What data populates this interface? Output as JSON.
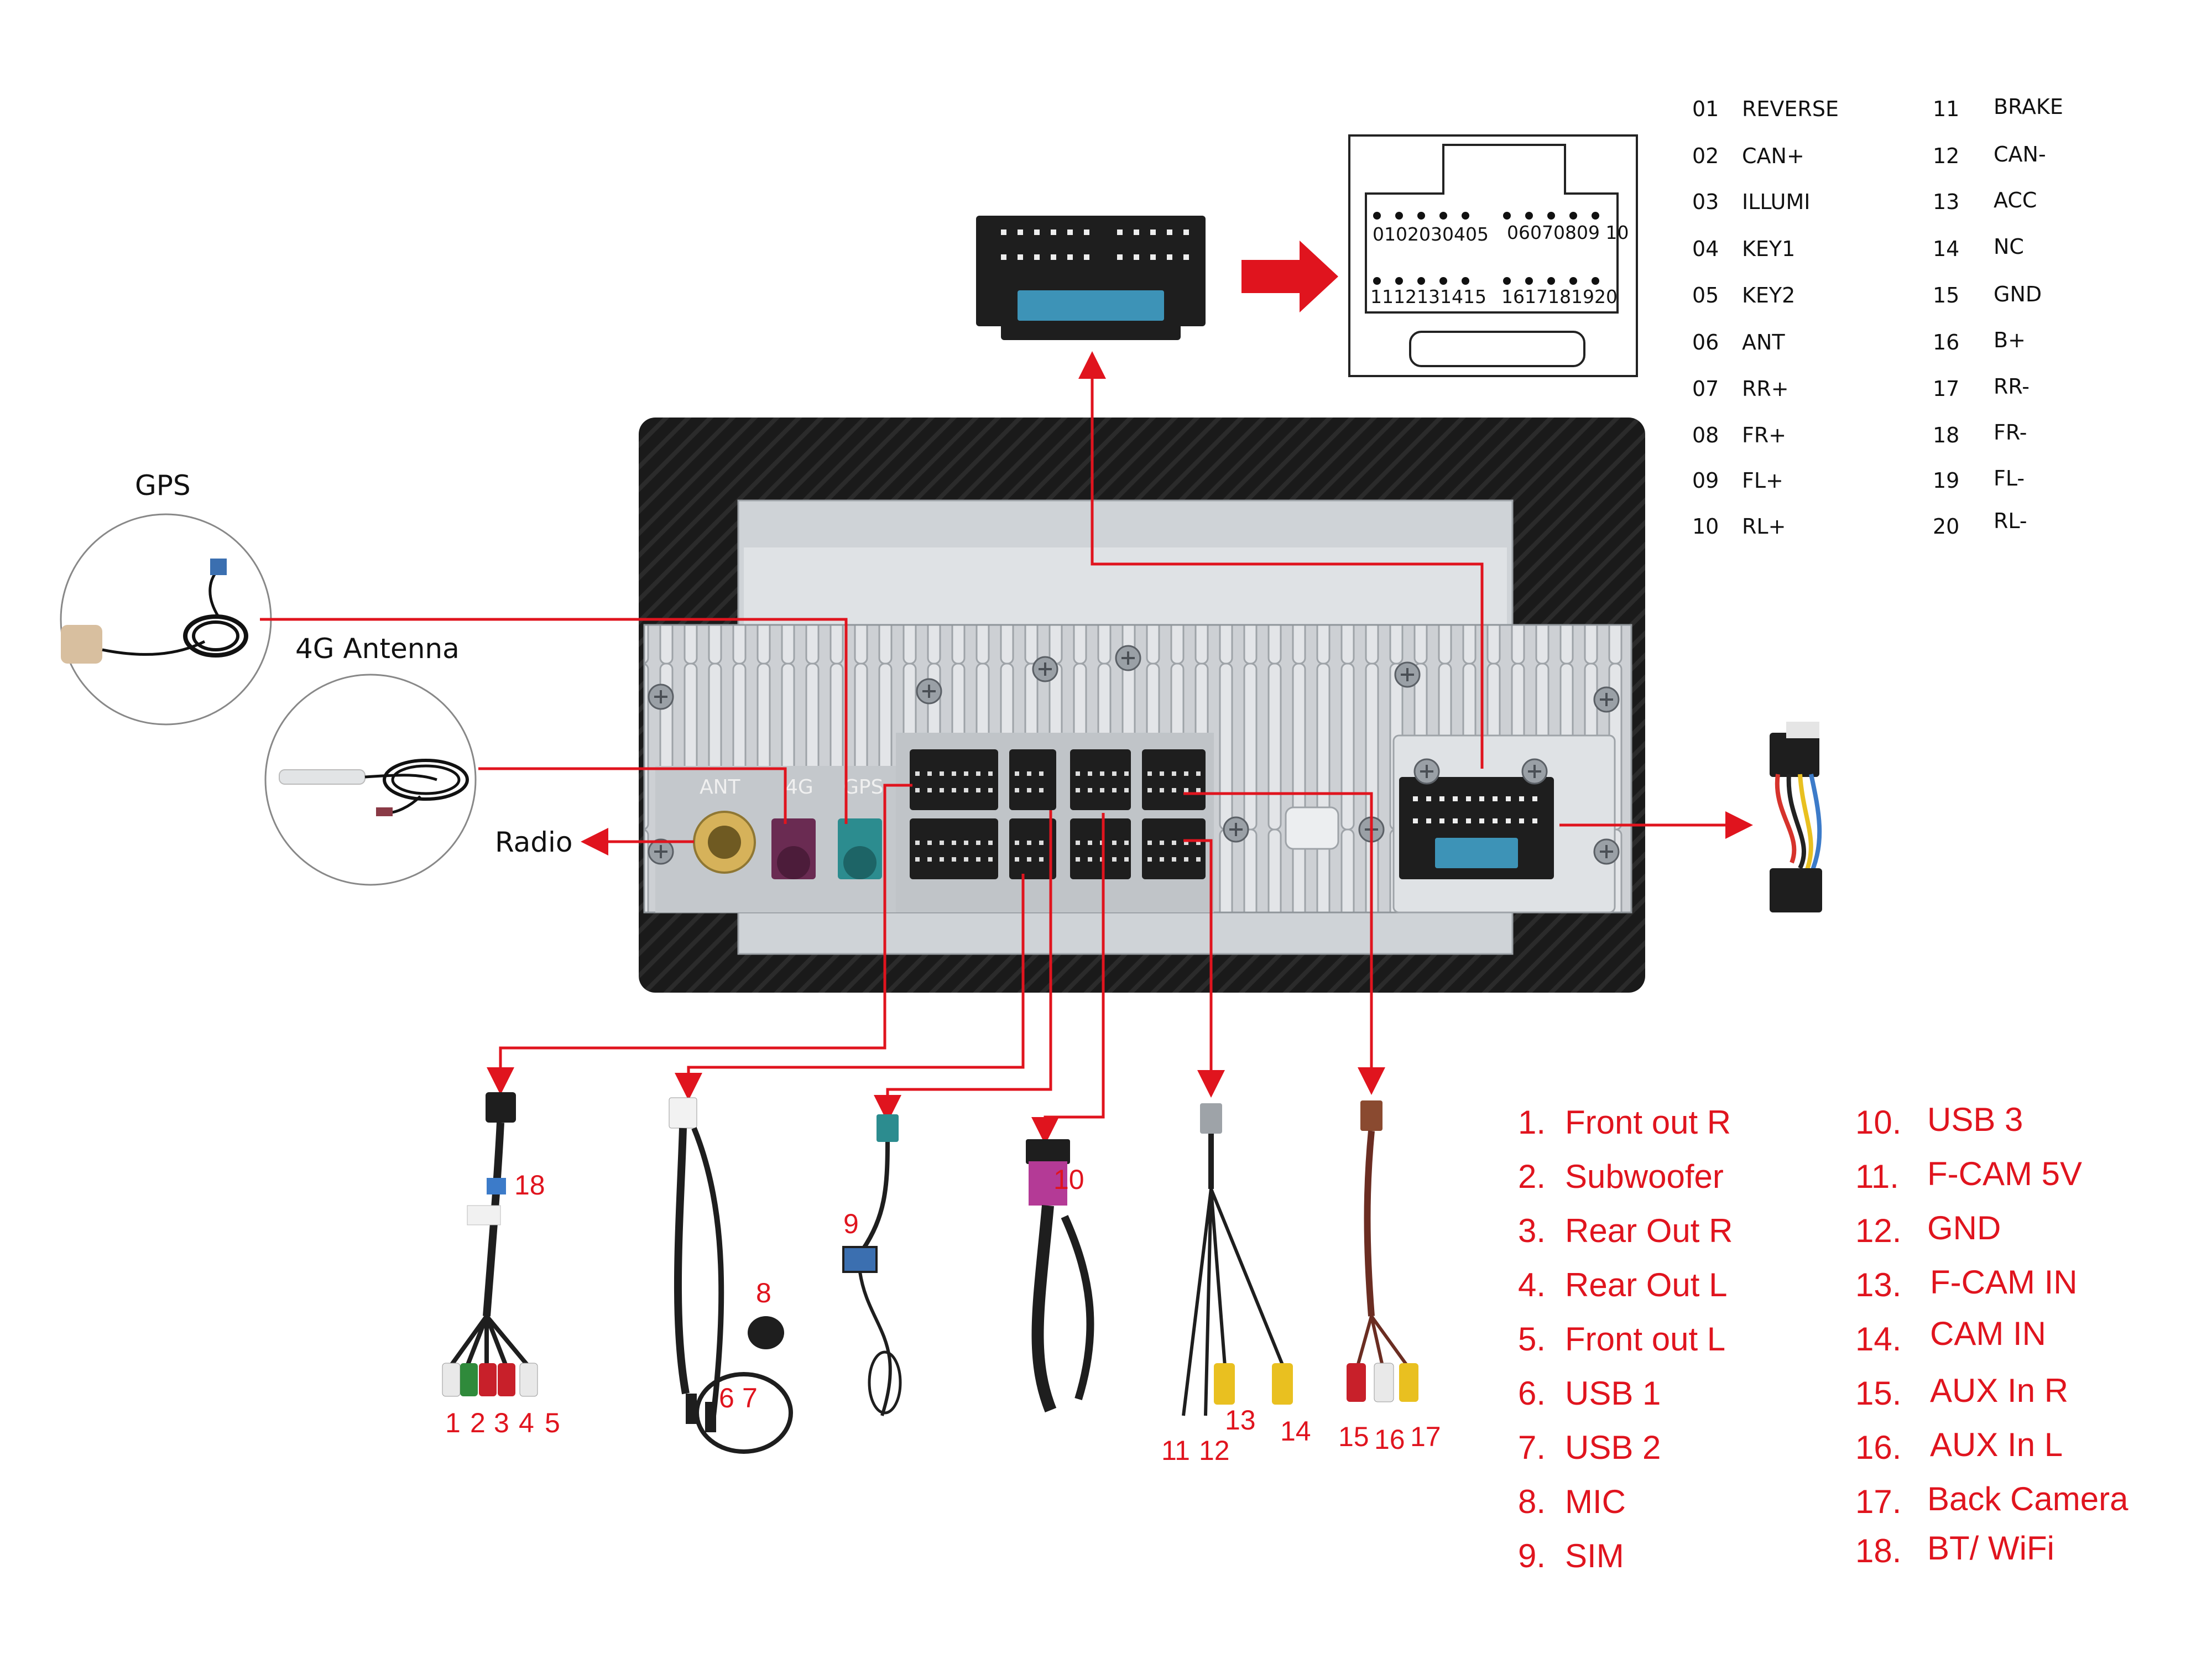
{
  "labels": {
    "gps": "GPS",
    "antenna_4g": "4G Antenna",
    "radio": "Radio",
    "port_ant": "ANT",
    "port_4g": "4G",
    "port_gps": "GPS"
  },
  "pinout": [
    {
      "num": "01",
      "name": "REVERSE"
    },
    {
      "num": "02",
      "name": "CAN+"
    },
    {
      "num": "03",
      "name": "ILLUMI"
    },
    {
      "num": "04",
      "name": "KEY1"
    },
    {
      "num": "05",
      "name": "KEY2"
    },
    {
      "num": "06",
      "name": "ANT"
    },
    {
      "num": "07",
      "name": "RR+"
    },
    {
      "num": "08",
      "name": "FR+"
    },
    {
      "num": "09",
      "name": "FL+"
    },
    {
      "num": "10",
      "name": "RL+"
    },
    {
      "num": "11",
      "name": "BRAKE"
    },
    {
      "num": "12",
      "name": "CAN-"
    },
    {
      "num": "13",
      "name": "ACC"
    },
    {
      "num": "14",
      "name": "NC"
    },
    {
      "num": "15",
      "name": "GND"
    },
    {
      "num": "16",
      "name": "B+"
    },
    {
      "num": "17",
      "name": "RR-"
    },
    {
      "num": "18",
      "name": "FR-"
    },
    {
      "num": "19",
      "name": "FL-"
    },
    {
      "num": "20",
      "name": "RL-"
    }
  ],
  "connector_pins": {
    "top_left": "0102030405",
    "top_right": "06070809 10",
    "bottom_left": "1112131415",
    "bottom_right": "1617181920"
  },
  "legend": [
    {
      "num": "1.",
      "name": "Front out R"
    },
    {
      "num": "2.",
      "name": "Subwoofer"
    },
    {
      "num": "3.",
      "name": "Rear Out R"
    },
    {
      "num": "4.",
      "name": "Rear Out L"
    },
    {
      "num": "5.",
      "name": "Front out L"
    },
    {
      "num": "6.",
      "name": "USB 1"
    },
    {
      "num": "7.",
      "name": "USB 2"
    },
    {
      "num": "8.",
      "name": "MIC"
    },
    {
      "num": "9.",
      "name": "SIM"
    },
    {
      "num": "10.",
      "name": "USB 3"
    },
    {
      "num": "11.",
      "name": "F-CAM 5V"
    },
    {
      "num": "12.",
      "name": "GND"
    },
    {
      "num": "13.",
      "name": "F-CAM IN"
    },
    {
      "num": "14.",
      "name": "CAM IN"
    },
    {
      "num": "15.",
      "name": "AUX In R"
    },
    {
      "num": "16.",
      "name": "AUX In L"
    },
    {
      "num": "17.",
      "name": "Back Camera"
    },
    {
      "num": "18.",
      "name": "BT/ WiFi"
    }
  ],
  "cable_numbers": {
    "n1": "1",
    "n2": "2",
    "n3": "3",
    "n4": "4",
    "n5": "5",
    "n6": "6",
    "n7": "7",
    "n8": "8",
    "n9": "9",
    "n10": "10",
    "n11": "11",
    "n12": "12",
    "n13": "13",
    "n14": "14",
    "n15": "15",
    "n16": "16",
    "n17": "17",
    "n18": "18"
  },
  "colors": {
    "accent_red": "#e0141e",
    "frame_dark": "#1c1c1c",
    "heatsink": "#c9ccd0",
    "fakra_purple": "#6a2b52",
    "fakra_teal": "#2c8c8f"
  }
}
